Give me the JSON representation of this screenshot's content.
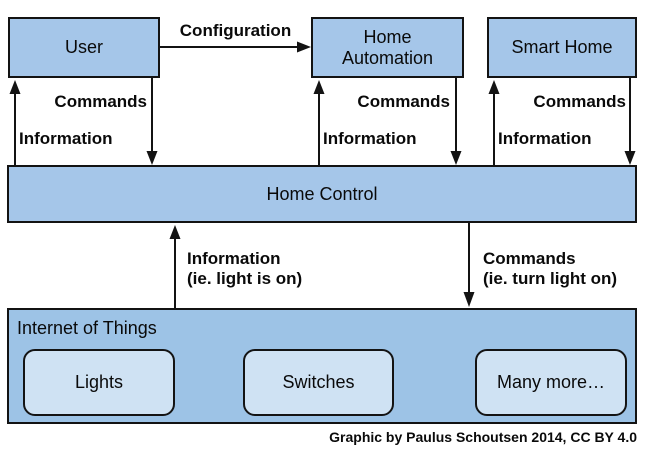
{
  "colors": {
    "box_fill": "#a5c6e9",
    "iot_fill": "#9dc3e6",
    "device_fill": "#cfe2f3",
    "border": "#131313",
    "background": "#ffffff",
    "text": "#0a0a0a"
  },
  "boxes": {
    "user": "User",
    "home_automation": "Home Automation",
    "smart_home": "Smart Home",
    "home_control": "Home Control",
    "iot_title": "Internet of Things",
    "devices": [
      "Lights",
      "Switches",
      "Many more…"
    ]
  },
  "flows": {
    "configuration": "Configuration",
    "columns": [
      {
        "commands": "Commands",
        "information": "Information"
      },
      {
        "commands": "Commands",
        "information": "Information"
      },
      {
        "commands": "Commands",
        "information": "Information"
      }
    ],
    "iot_information": [
      "Information",
      "(ie. light is on)"
    ],
    "iot_commands": [
      "Commands",
      "(ie. turn light on)"
    ]
  },
  "credit": "Graphic by Paulus Schoutsen 2014, CC BY 4.0"
}
